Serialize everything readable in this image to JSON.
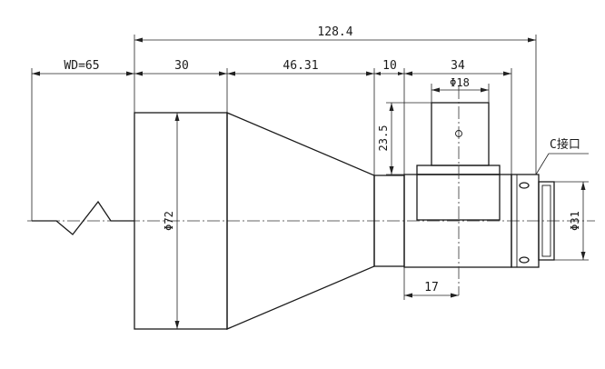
{
  "drawing": {
    "dimensions": {
      "overall_length": "128.4",
      "working_distance": "WD=65",
      "front_barrel_length": "30",
      "cone_length": "46.31",
      "neck_length": "10",
      "rear_body_length": "34",
      "mount_port_diameter": "Φ18",
      "port_height": "23.5",
      "front_diameter": "Φ72",
      "rear_diameter": "Φ31",
      "port_offset": "17"
    },
    "interface_label": "C接口"
  }
}
